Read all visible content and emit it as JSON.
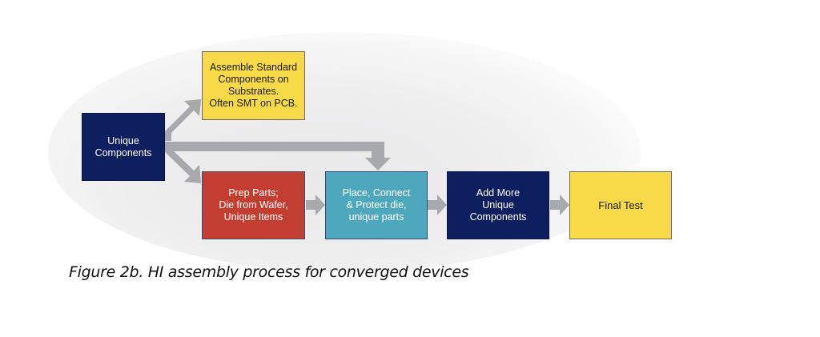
{
  "diagram": {
    "nodes": [
      {
        "id": "unique",
        "label": "Unique\nComponents",
        "color": "#0e1f5f"
      },
      {
        "id": "assemble",
        "label": "Assemble Standard\nComponents on\nSubstrates.\nOften SMT on PCB.",
        "color": "#f8d948"
      },
      {
        "id": "prep",
        "label": "Prep Parts;\nDie from Wafer,\nUnique Items",
        "color": "#c23e30"
      },
      {
        "id": "place",
        "label": "Place, Connect\n& Protect die,\nunique parts",
        "color": "#4ea8bd"
      },
      {
        "id": "addmore",
        "label": "Add More\nUnique\nComponents",
        "color": "#0e1f5f"
      },
      {
        "id": "final",
        "label": "Final Test",
        "color": "#f8d948"
      }
    ],
    "edges": [
      {
        "from": "unique",
        "to": "assemble"
      },
      {
        "from": "unique",
        "to": "prep"
      },
      {
        "from": "unique",
        "to": "place"
      },
      {
        "from": "prep",
        "to": "place"
      },
      {
        "from": "place",
        "to": "addmore"
      },
      {
        "from": "addmore",
        "to": "final"
      }
    ],
    "arrow_color": "#a8a9ad"
  },
  "caption": "Figure 2b. HI assembly process for converged devices"
}
